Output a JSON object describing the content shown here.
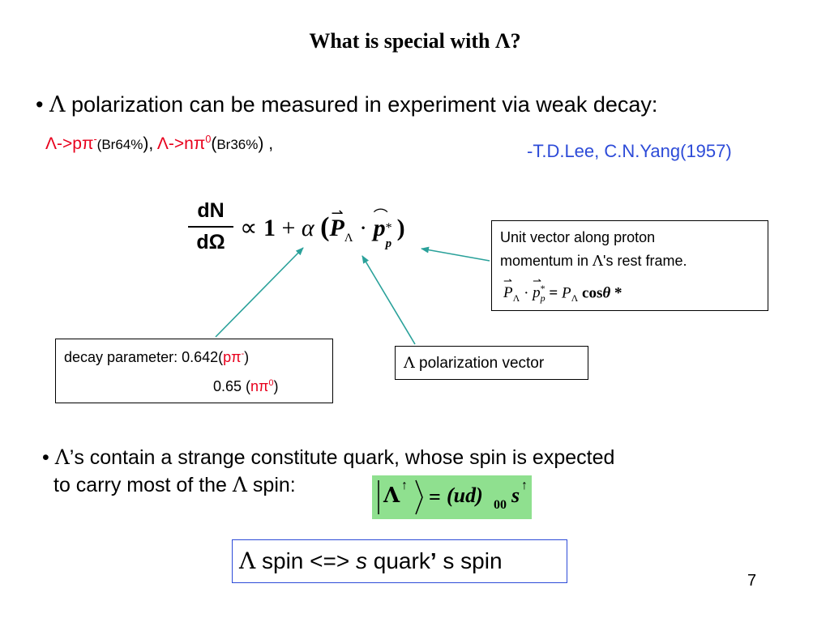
{
  "title": "What is special with Λ?",
  "bullet1": {
    "symbol": "•",
    "lambda": "Λ",
    "text": " polarization can be measured in experiment via weak decay:"
  },
  "decays": {
    "d1_channel": "Λ->pπ",
    "d1_sup": "-",
    "d1_open": "(",
    "d1_br": "Br64%",
    "d1_close": "),",
    "d2_channel": "Λ->nπ",
    "d2_sup": "0",
    "d2_open": "(",
    "d2_br": "Br36%",
    "d2_close": ") ,"
  },
  "reference": "-T.D.Lee, C.N.Yang(1957)",
  "formula": {
    "numerator": "dN",
    "denominator": "dΩ",
    "propto": "∝",
    "one": "1",
    "plus": "+",
    "alpha": "α",
    "open": "(",
    "P": "P",
    "lambda_sub": "Λ",
    "dot": "·",
    "p": "p",
    "p_sub": "p",
    "star": "*",
    "close": ")"
  },
  "unit_box": {
    "line1": "Unit vector along proton",
    "line2_a": "momentum in ",
    "line2_lambda": "Λ",
    "line2_s": "'s",
    "line2_b": " rest frame.",
    "eq_P": "P",
    "eq_sub": "Λ",
    "eq_dot": "·",
    "eq_p": "p",
    "eq_psub": "p",
    "eq_star": "*",
    "eq_equals": "=",
    "eq_P2": "P",
    "eq_sub2": "Λ",
    "eq_cos": "cos",
    "eq_theta": "θ",
    "eq_star2": "*"
  },
  "decay_box": {
    "label": "decay parameter: 0.642(",
    "p_chan": "pπ",
    "p_sup": "-",
    "p_close": ")",
    "n_value": "0.65 (",
    "n_chan": "nπ",
    "n_sup": "0",
    "n_close": ")"
  },
  "pol_box": {
    "lambda": "Λ",
    "text": " polarization vector"
  },
  "bullet2": {
    "symbol": "•",
    "lambda": "Λ",
    "line1": "’s contain a strange constitute quark, whose spin is expected",
    "line2_a": "to carry most of the ",
    "line2_lambda": "Λ",
    "line2_b": " spin:"
  },
  "quark_state": {
    "lambda": "Λ",
    "up": "↑",
    "equals": "=",
    "ud": "(ud)",
    "sub": "00",
    "s": "s",
    "s_up": "↑"
  },
  "spin_box": {
    "lambda": "Λ",
    "a": " spin <=> ",
    "s": "s",
    "b": " quark",
    "apos": "’",
    "c": " s spin"
  },
  "page_number": "7",
  "colors": {
    "red": "#e8001c",
    "blue": "#2d4bd8",
    "teal": "#2aa19a",
    "green_box": "#8fe08f"
  }
}
